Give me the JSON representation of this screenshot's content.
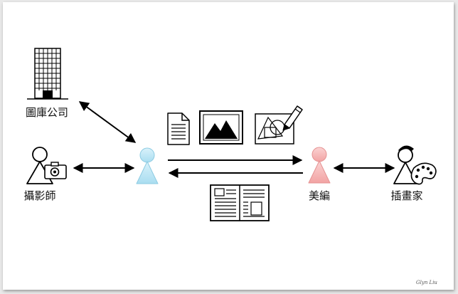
{
  "diagram": {
    "labels": {
      "stock_agency": "圖庫公司",
      "photographer": "攝影師",
      "art_editor": "美編",
      "illustrator": "插畫家"
    },
    "signature": "Glyn Liu",
    "colors": {
      "client_person": "#bde6f4",
      "editor_person": "#f6b8b8",
      "line": "#000000"
    }
  }
}
